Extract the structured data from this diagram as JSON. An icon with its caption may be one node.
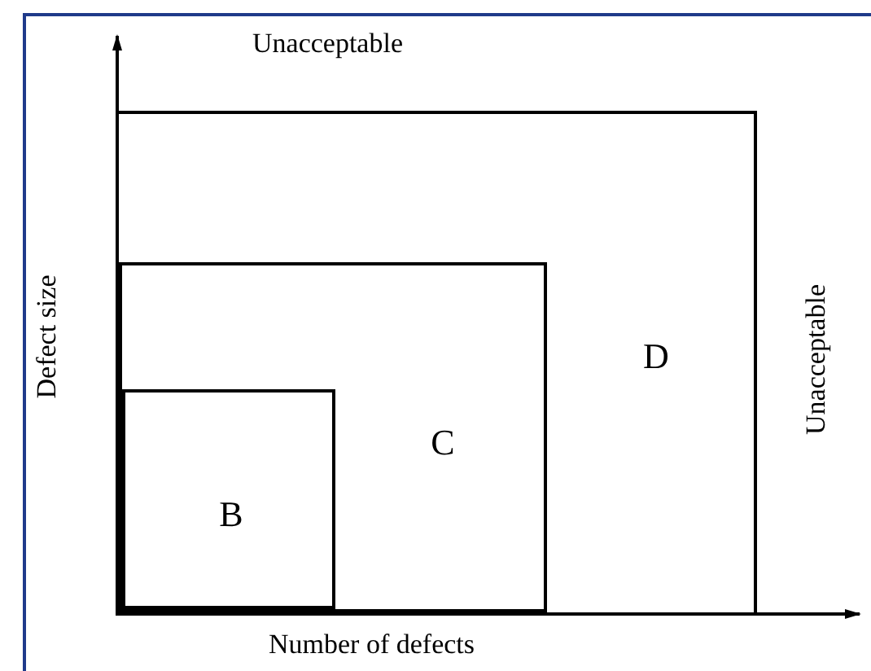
{
  "diagram": {
    "nodes": [
      {
        "text": [
          "D"
        ]
      },
      {
        "text": [
          "C"
        ],
        "in": 0
      },
      {
        "text": [
          "B"
        ],
        "in": 1
      }
    ],
    "labels": [
      "Unacceptable",
      "Defect size",
      "Unacceptable",
      "Number of defects"
    ]
  }
}
